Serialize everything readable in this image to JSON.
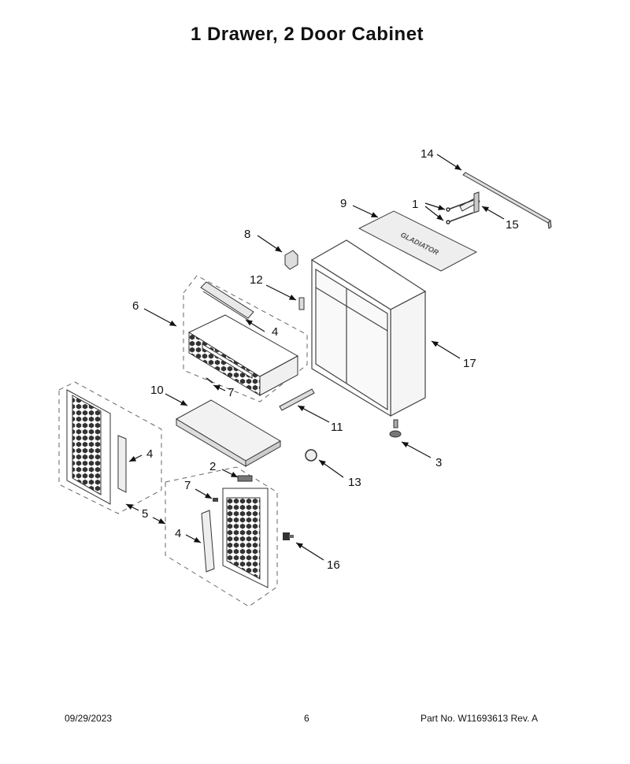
{
  "title": "1 Drawer, 2 Door Cabinet",
  "logo_text": "GLADIATOR",
  "callouts": [
    "14",
    "1",
    "9",
    "15",
    "8",
    "12",
    "6",
    "4",
    "17",
    "7",
    "10",
    "11",
    "3",
    "4",
    "2",
    "13",
    "7",
    "5",
    "4",
    "16"
  ],
  "footer": {
    "date": "09/29/2023",
    "page": "6",
    "part": "Part No.  W11693613  Rev.  A"
  }
}
